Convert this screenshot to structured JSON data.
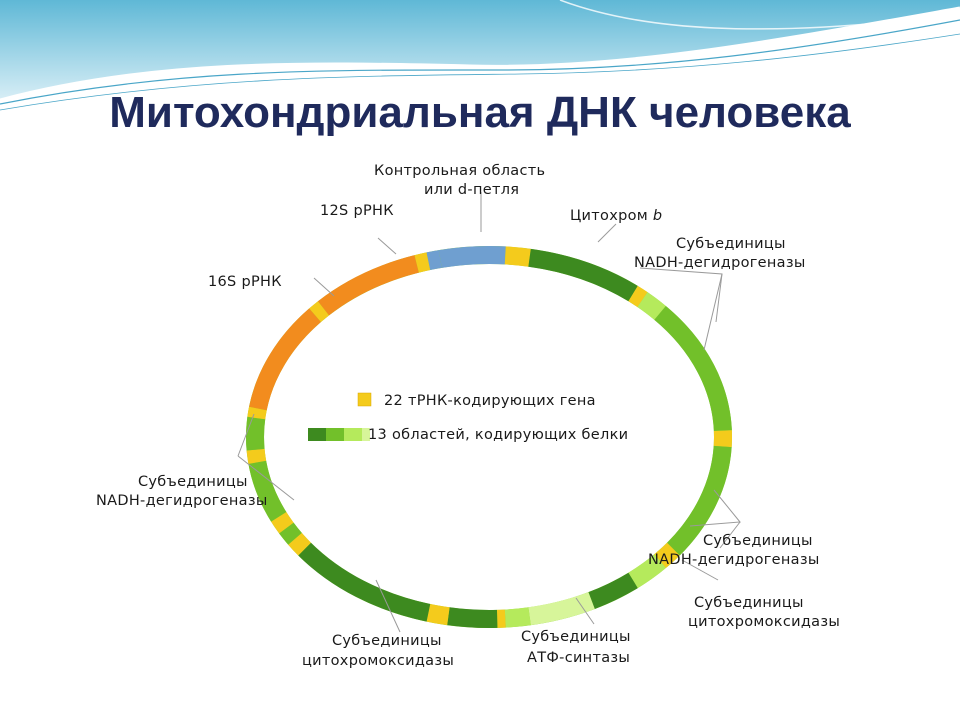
{
  "slide": {
    "title": "Митохондриальная ДНК человека"
  },
  "colors": {
    "title": "#1f2a5c",
    "control_region": "#6f9fd0",
    "rrna": "#f28c1e",
    "trna": "#f4cb1c",
    "protein_dark": "#3d8a1f",
    "protein_medium": "#72c02a",
    "protein_light": "#b5ea5c",
    "protein_pale": "#d7f59a"
  },
  "labels": {
    "control_region_line1": "Контрольная область",
    "control_region_line2": "или d-петля",
    "cytochrome_b_text": "Цитохром ",
    "cytochrome_b_italic": "b",
    "rrna_12s": "12S рРНК",
    "rrna_16s": "16S рРНК",
    "nadh_top_right_line1": "Субъединицы",
    "nadh_top_right_line2": "NADH-дегидрогеназы",
    "nadh_left_line1": "Субъединицы",
    "nadh_left_line2": "NADH-дегидрогеназы",
    "nadh_bottom_right_line1": "Субъединицы",
    "nadh_bottom_right_line2": "NADH-дегидрогеназы",
    "cox_right_line1": "Субъединицы",
    "cox_right_line2": "цитохромоксидазы",
    "cox_bottom_line1": "Субъединицы",
    "cox_bottom_line2": "цитохромоксидазы",
    "atp_line1": "Субъединицы",
    "atp_line2": "АТФ-синтазы"
  },
  "legend": {
    "trna": "22 тРНК-кодирующих гена",
    "protein": "13 областей, кодирующих белки"
  }
}
